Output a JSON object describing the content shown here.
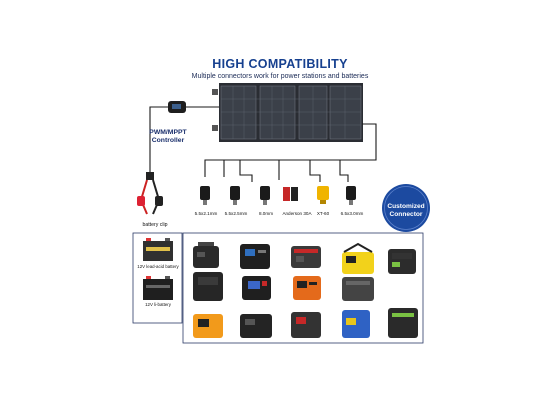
{
  "header": {
    "title": "HIGH COMPATIBILITY",
    "subtitle": "Multiple connectors work for power stations and batteries"
  },
  "controller": {
    "label_line1": "PWM/MPPT",
    "label_line2": "Controller"
  },
  "clip": {
    "label": "battery clip"
  },
  "connectors": [
    {
      "label": "5.5x2.1mm"
    },
    {
      "label": "5.5x2.5mm"
    },
    {
      "label": "8.0mm"
    },
    {
      "label": "Anderson 30A"
    },
    {
      "label": "XT-60"
    },
    {
      "label": "6.5x3.0mm"
    }
  ],
  "customized": {
    "line1": "Customized",
    "line2": "Connector"
  },
  "batteries": [
    {
      "label": "12V lead-acid battery"
    },
    {
      "label": "12V li-battery"
    }
  ],
  "colors": {
    "title": "#16408f",
    "accent": "#1c4aa0",
    "frame": "#2b3a66"
  }
}
